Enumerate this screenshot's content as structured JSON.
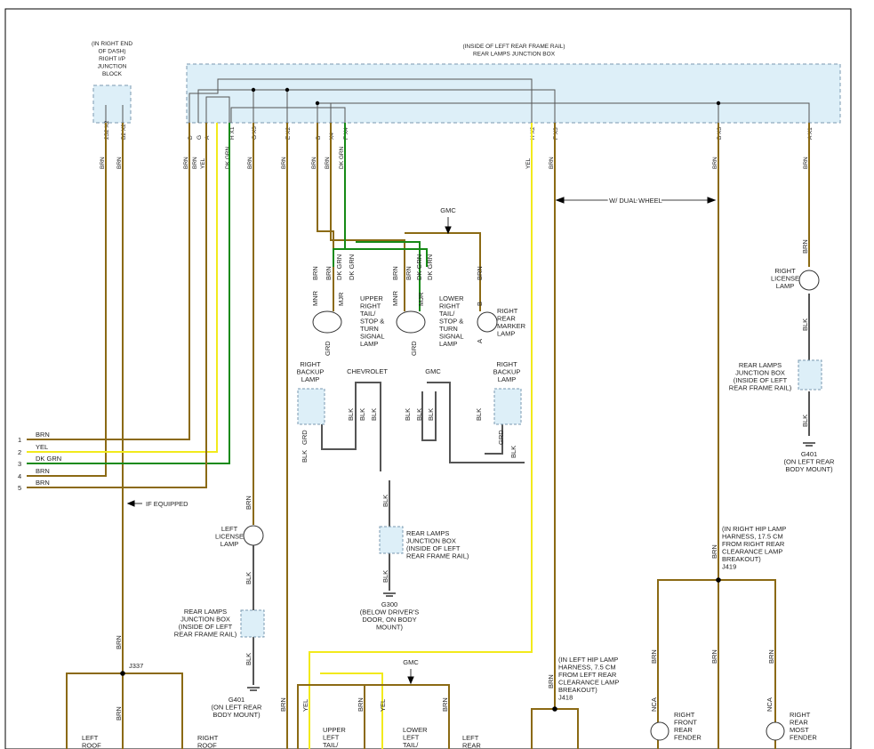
{
  "colors": {
    "brn": "#8B6A14",
    "yel": "#F2EA1C",
    "grn": "#168A16",
    "blk": "#555555",
    "box_fill": "#DDEFF8",
    "box_stroke": "#7A9AB0"
  },
  "labels": {
    "ip_block": "(IN RIGHT END|OF DASH)|RIGHT I/P|JUNCTION|BLOCK",
    "rear_box": "(INSIDE OF LEFT REAR FRAME RAIL)|REAR LAMPS JUNCTION BOX",
    "gmc_top": "GMC",
    "gmc_mid": "GMC",
    "gmc_bottom": "GMC",
    "chevrolet": "CHEVROLET",
    "dual_wheel": "W/ DUAL WHEEL",
    "if_equipped": "IF EQUIPPED",
    "upper_right": "UPPER|RIGHT|TAIL/|STOP &|TURN|SIGNAL|LAMP",
    "lower_right": "LOWER|RIGHT|TAIL/|STOP &|TURN|SIGNAL|LAMP",
    "right_rear_marker": "RIGHT|REAR|MARKER|LAMP",
    "right_backup_l": "RIGHT|BACKUP|LAMP",
    "right_backup_r": "RIGHT|BACKUP|LAMP",
    "right_license": "RIGHT|LICENSE|LAMP",
    "left_license": "LEFT|LICENSE|LAMP",
    "rlj_right": "REAR LAMPS|JUNCTION BOX|(INSIDE OF LEFT|REAR FRAME RAIL)",
    "rlj_center": "REAR LAMPS|JUNCTION BOX|(INSIDE OF LEFT|REAR FRAME RAIL)",
    "rlj_left": "REAR LAMPS|JUNCTION BOX|(INSIDE OF LEFT|REAR FRAME RAIL)",
    "g401_right": "G401|(ON LEFT REAR|BODY MOUNT)",
    "g300": "G300|(BELOW DRIVER'S|DOOR, ON BODY|MOUNT)",
    "g401_left": "G401|(ON LEFT REAR|BODY MOUNT)",
    "j419_note": "(IN RIGHT HIP LAMP|HARNESS, 17.5 CM|FROM RIGHT REAR|CLEARANCE LAMP|BREAKOUT)|J419",
    "j418_note": "(IN LEFT HIP LAMP|HARNESS, 7.5 CM|FROM LEFT REAR|CLEARANCE LAMP|BREAKOUT)|J418",
    "j337": "J337",
    "left_roof": "LEFT|ROOF",
    "right_roof": "RIGHT|ROOF",
    "upper_left": "UPPER|LEFT|TAIL/",
    "lower_left": "LOWER|LEFT|TAIL/",
    "left_rear": "LEFT|REAR",
    "right_front_fender": "RIGHT|FRONT|REAR|FENDER",
    "right_rear_most_fender": "RIGHT|REAR|MOST|FENDER"
  },
  "pins": [
    {
      "pin": "2S2",
      "conn": "X2"
    },
    {
      "pin": "B2",
      "conn": "X2"
    },
    {
      "pin": "D",
      "conn": ""
    },
    {
      "pin": "G",
      "conn": ""
    },
    {
      "pin": "A",
      "conn": ""
    },
    {
      "pin": "H",
      "conn": "X1"
    },
    {
      "pin": "G",
      "conn": "X3"
    },
    {
      "pin": "E",
      "conn": "X2"
    },
    {
      "pin": "B",
      "conn": ""
    },
    {
      "pin": "X4",
      "conn": ""
    },
    {
      "pin": "F",
      "conn": "X4"
    },
    {
      "pin": "H",
      "conn": "X2"
    },
    {
      "pin": "F",
      "conn": "X3"
    },
    {
      "pin": "B",
      "conn": "X3"
    },
    {
      "pin": "A",
      "conn": "X1"
    }
  ],
  "wire_colors_top": [
    "BRN",
    "BRN",
    "BRN",
    "BRN",
    "YEL",
    "DK GRN",
    "BRN",
    "BRN",
    "BRN",
    "BRN",
    "DK GRN",
    "YEL",
    "BRN",
    "BRN",
    "BRN"
  ],
  "outputs": [
    {
      "num": "1",
      "color": "BRN"
    },
    {
      "num": "2",
      "color": "YEL"
    },
    {
      "num": "3",
      "color": "DK GRN"
    },
    {
      "num": "4",
      "color": "BRN"
    },
    {
      "num": "5",
      "color": "BRN"
    }
  ],
  "misc": {
    "blk": "BLK",
    "brn": "BRN",
    "grd": "GRD",
    "yel": "YEL",
    "mnr": "MNR",
    "mjr": "MJR",
    "dkgrn": "DK GRN",
    "nca": "NCA",
    "a": "A",
    "b": "B",
    "e": "E",
    "h": "H",
    "x1": "X1",
    "x3": "X3",
    "x4": "X4"
  }
}
